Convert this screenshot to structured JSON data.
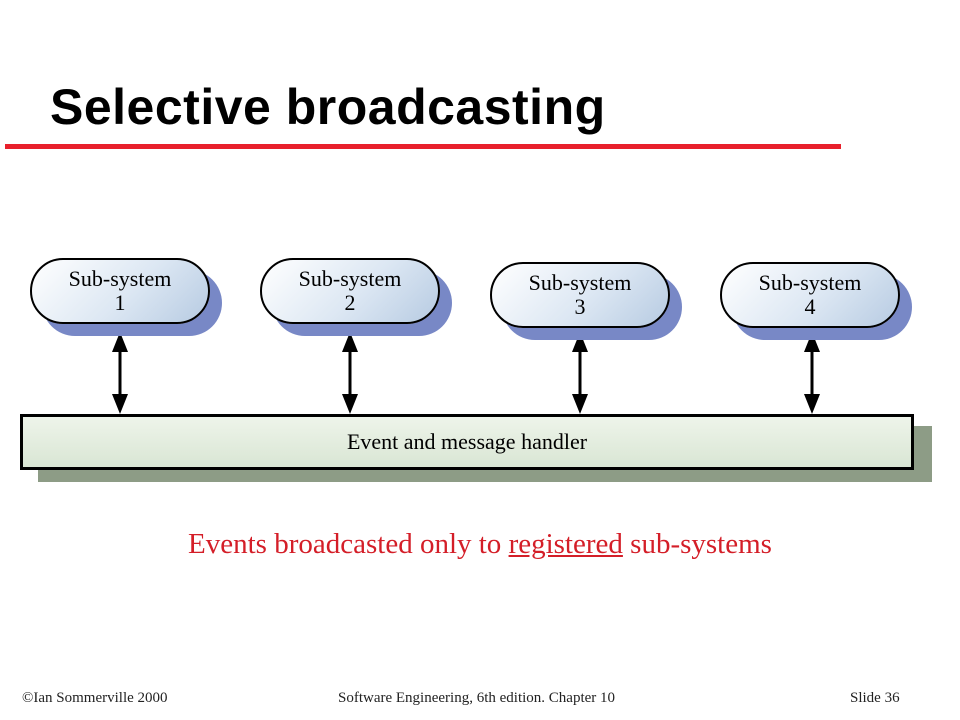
{
  "title": "Selective broadcasting",
  "subsystems": [
    {
      "line1": "Sub-system",
      "line2": "1"
    },
    {
      "line1": "Sub-system",
      "line2": "2"
    },
    {
      "line1": "Sub-system",
      "line2": "3"
    },
    {
      "line1": "Sub-system",
      "line2": "4"
    }
  ],
  "handler": "Event and message handler",
  "caption": {
    "before": "Events broadcasted only to ",
    "underlined": "registered",
    "after": " sub-systems"
  },
  "footer": {
    "left": "©Ian Sommerville 2000",
    "center": "Software Engineering, 6th edition. Chapter 10",
    "right": "Slide 36"
  },
  "colors": {
    "title_rule": "#e8202c",
    "caption": "#d41e28",
    "subsystem_shadow": "#7888c6",
    "handler_shadow": "#8d9c86"
  }
}
